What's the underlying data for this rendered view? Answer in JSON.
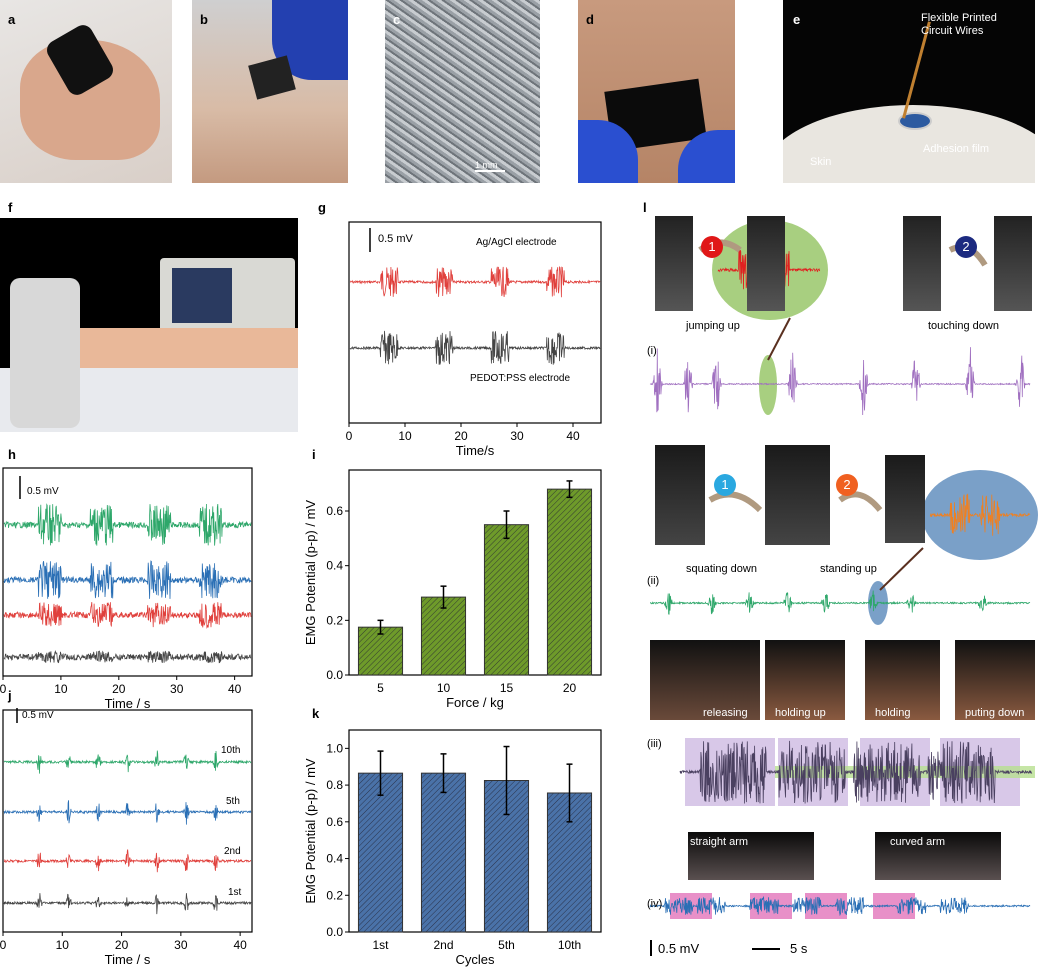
{
  "panels": {
    "a": {
      "label": "a"
    },
    "b": {
      "label": "b"
    },
    "c": {
      "label": "c",
      "scale_bar": "1 mm"
    },
    "d": {
      "label": "d"
    },
    "e": {
      "label": "e",
      "annotations": [
        "Flexible Printed",
        "Circuit Wires",
        "Skin",
        "Adhesion film"
      ]
    },
    "f": {
      "label": "f"
    },
    "g": {
      "label": "g",
      "scale": "0.5 mV",
      "trace_labels": [
        "Ag/AgCl electrode",
        "PEDOT:PSS electrode"
      ],
      "xlabel": "Time/s",
      "xticks": [
        "0",
        "10",
        "20",
        "30",
        "40"
      ]
    },
    "h": {
      "label": "h",
      "scale": "0.5 mV",
      "xlabel": "Time / s",
      "xticks": [
        "0",
        "10",
        "20",
        "30",
        "40"
      ]
    },
    "j": {
      "label": "j",
      "scale": "0.5 mV",
      "xlabel": "Time / s",
      "xticks": [
        "0",
        "10",
        "20",
        "30",
        "40"
      ],
      "trace_labels": [
        "10th",
        "5th",
        "2nd",
        "1st"
      ]
    },
    "l": {
      "label": "l",
      "i": {
        "tag": "(i)",
        "captions": [
          "jumping up",
          "touching down"
        ],
        "steps": [
          "1",
          "2"
        ]
      },
      "ii": {
        "tag": "(ii)",
        "captions": [
          "squating down",
          "standing up"
        ],
        "steps": [
          "1",
          "2"
        ]
      },
      "iii": {
        "tag": "(iii)",
        "captions": [
          "releasing",
          "holding up",
          "holding",
          "puting down"
        ]
      },
      "iv": {
        "tag": "(iv)",
        "captions": [
          "straight arm",
          "curved arm"
        ]
      },
      "scale_v": "0.5 mV",
      "scale_t": "5 s"
    }
  },
  "colors": {
    "green": "#2ea76a",
    "blue": "#2a6fb5",
    "red": "#e0403c",
    "gray": "#444444",
    "purple": "#a070c0",
    "bar_i": "#6e9a2a",
    "bar_k": "#4a72a8"
  },
  "chart_data": [
    {
      "panel": "i",
      "label": "i",
      "type": "bar",
      "categories": [
        "5",
        "10",
        "15",
        "20"
      ],
      "values": [
        0.175,
        0.285,
        0.55,
        0.68
      ],
      "errors": [
        0.025,
        0.04,
        0.05,
        0.03
      ],
      "xlabel": "Force / kg",
      "ylabel": "EMG Potential (p-p) / mV",
      "ylim": [
        0,
        0.75
      ],
      "yticks": [
        "0.0",
        "0.2",
        "0.4",
        "0.6"
      ]
    },
    {
      "panel": "k",
      "label": "k",
      "type": "bar",
      "categories": [
        "1st",
        "2nd",
        "5th",
        "10th"
      ],
      "values": [
        0.865,
        0.865,
        0.825,
        0.757
      ],
      "errors": [
        0.12,
        0.105,
        0.185,
        0.157
      ],
      "xlabel": "Cycles",
      "ylabel": "EMG Potential (p-p) / mV",
      "ylim": [
        0,
        1.1
      ],
      "yticks": [
        "0.0",
        "0.2",
        "0.4",
        "0.6",
        "0.8",
        "1.0"
      ]
    }
  ]
}
